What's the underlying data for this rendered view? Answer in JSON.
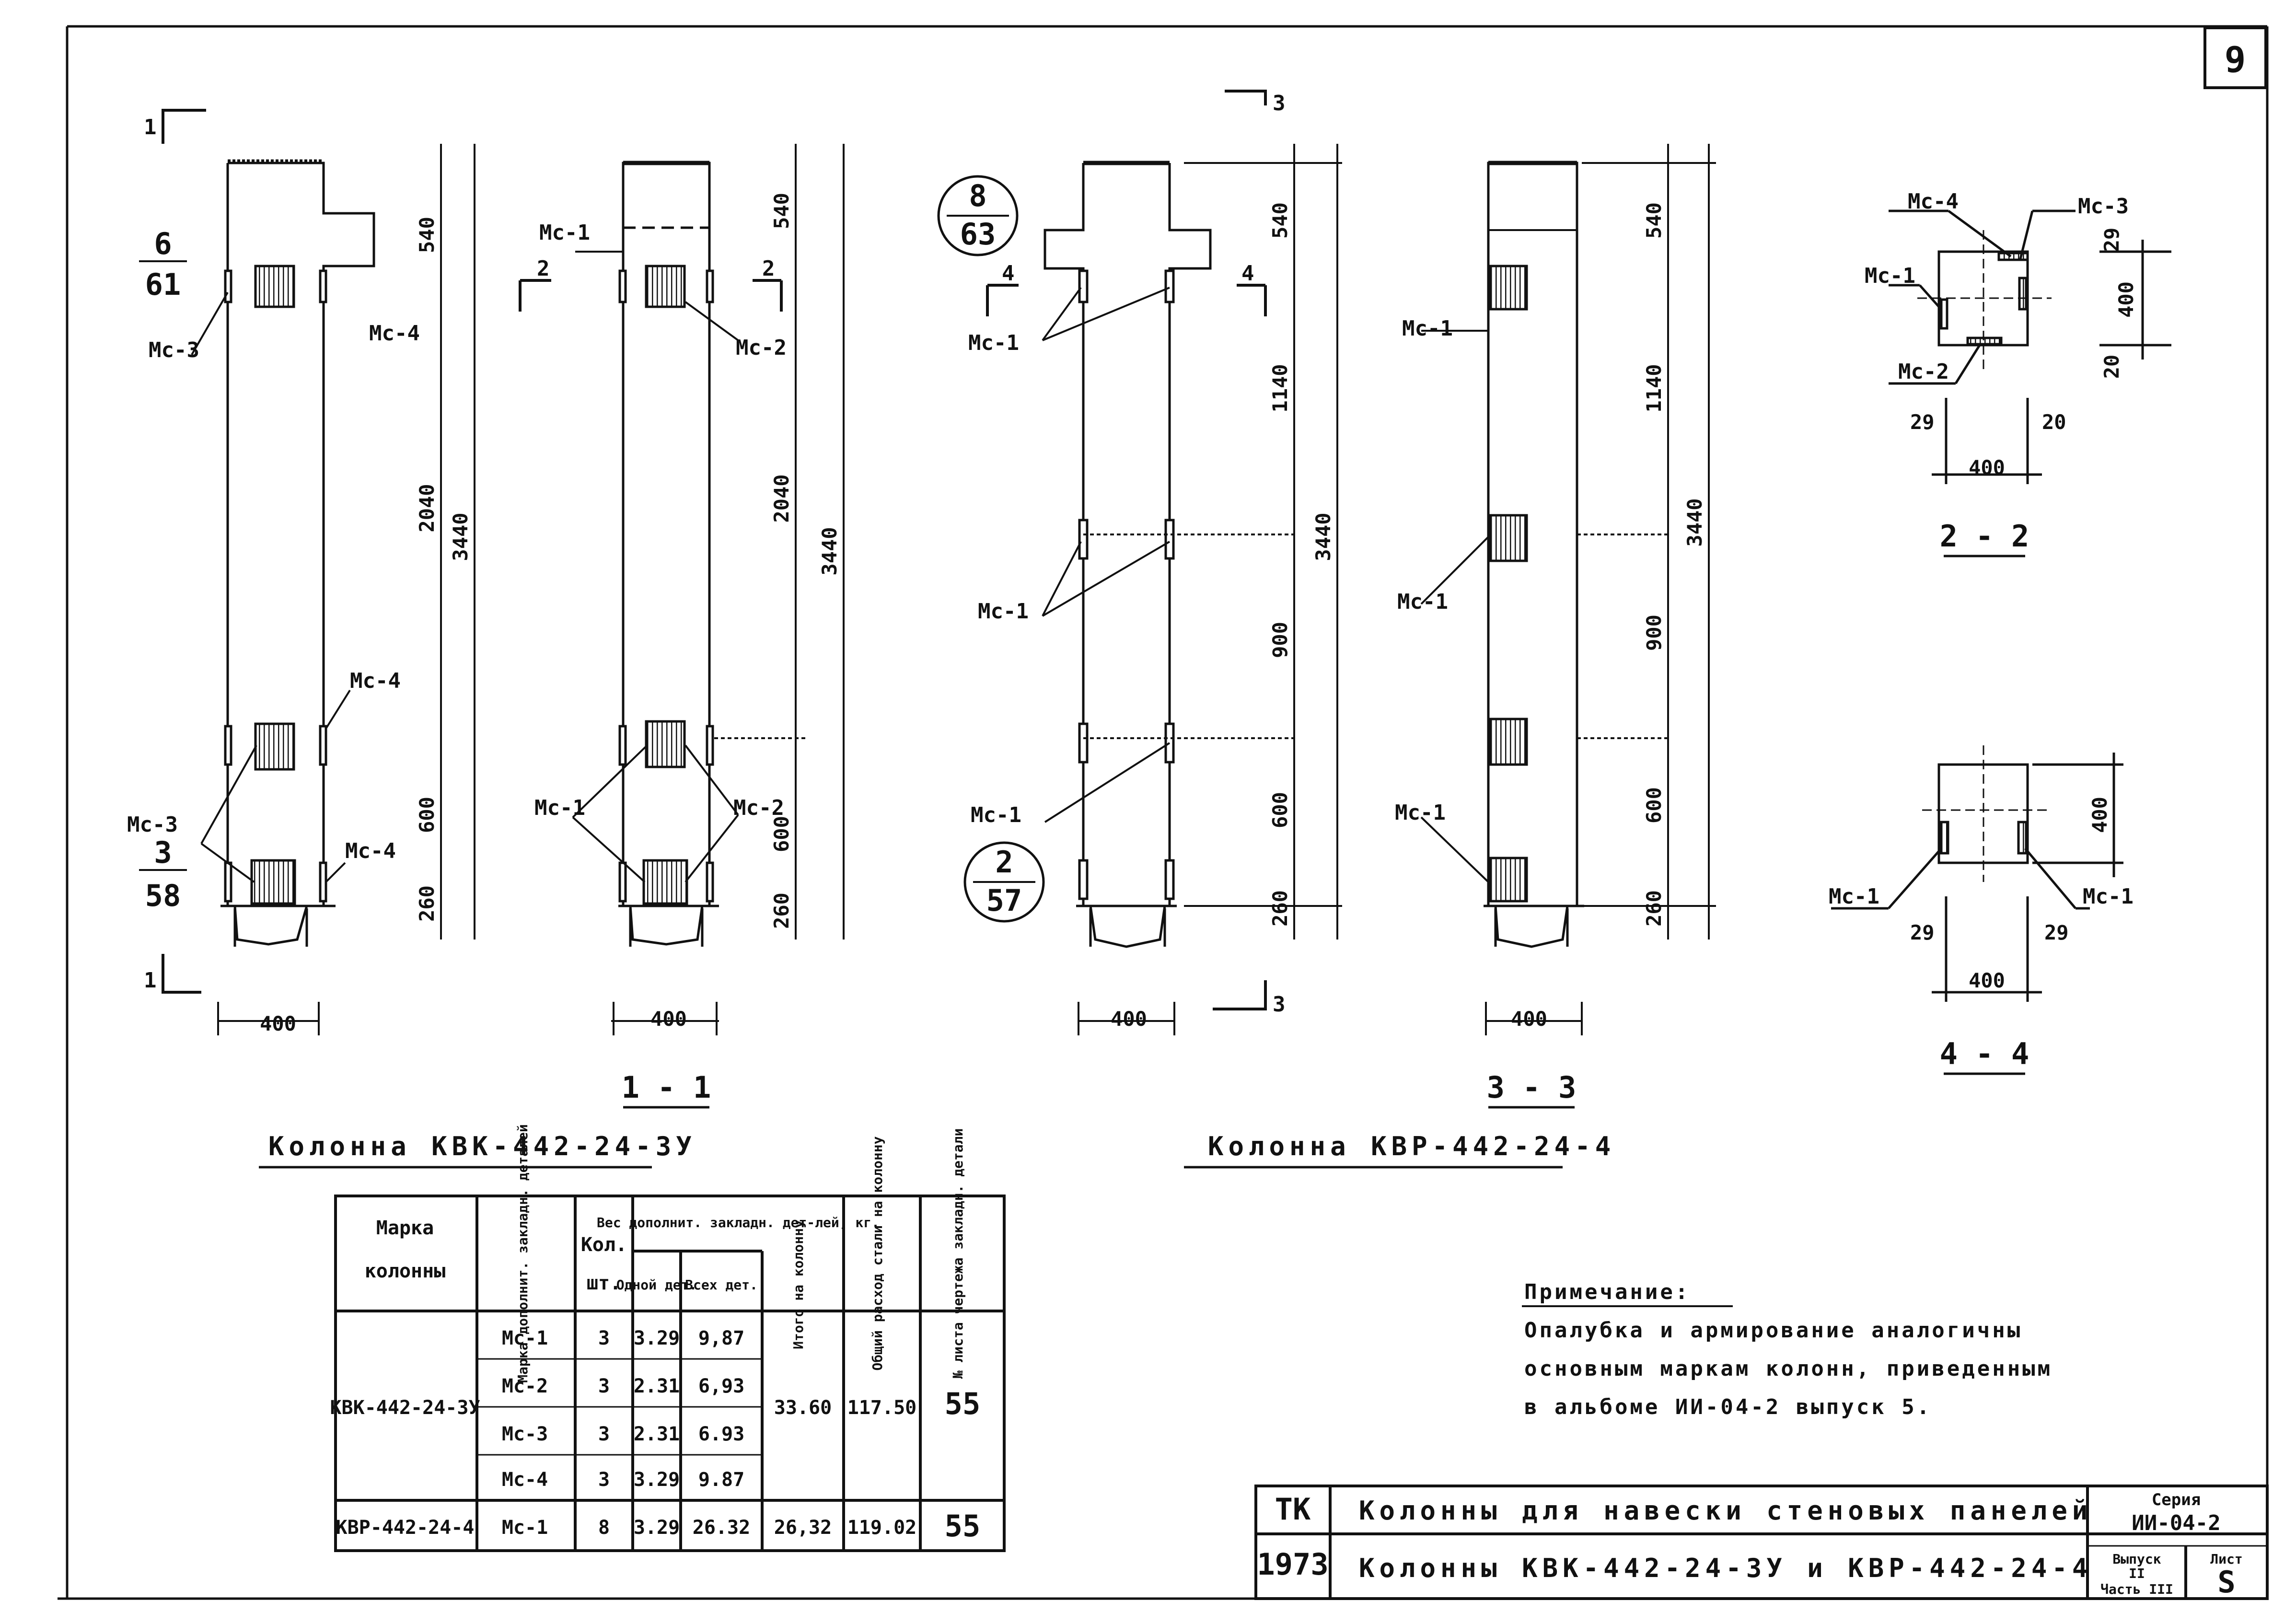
{
  "sheet_number": "9",
  "section_marks": {
    "cut_1_top": "1",
    "cut_1_bottom": "1",
    "cut_3_top": "3",
    "cut_3_bottom": "3",
    "cut_2_left": "2",
    "cut_2_right": "2",
    "cut_4_left": "4",
    "cut_4_right": "4"
  },
  "callouts": {
    "c1_top": "6",
    "c1_bot": "61",
    "c2_top": "3",
    "c2_bot": "58",
    "c3_top": "8",
    "c3_bot": "63",
    "c4_top": "2",
    "c4_bot": "57"
  },
  "part_labels": {
    "mc1": "Мс-1",
    "mc2": "Мс-2",
    "mc3": "Мс-3",
    "mc4": "Мс-4"
  },
  "dimensions": {
    "d540": "540",
    "d2040": "2040",
    "d3440": "3440",
    "d600": "600",
    "d260": "260",
    "d400": "400",
    "d1140": "1140",
    "d900": "900",
    "d29": "29",
    "d20": "20"
  },
  "views": {
    "section_1_1": "1 - 1",
    "section_3_3": "3 - 3",
    "section_2_2": "2 - 2",
    "section_4_4": "4 - 4"
  },
  "column_titles": {
    "col_a": "Колонна КВК-442-24-3У",
    "col_b": "Колонна КВР-442-24-4"
  },
  "table": {
    "headers": {
      "marka": "Марка",
      "kolonny": "колонны",
      "marka_dop": "Марка дополнит. закладн. деталей",
      "kol": "Кол.",
      "sht": "шт.",
      "ves": "Вес дополнит. закладн. дет-лей, кг.",
      "odnoy": "Одной дет.",
      "vseh": "Всех дет.",
      "itogo": "Итого на колонну",
      "obshiy": "Общий расход стали на колонну",
      "chertezh": "№ листа чертежа закладн. детали"
    },
    "group1_column": "КВК-442-24-3У",
    "group1_rows": [
      {
        "part": "Мс-1",
        "qty": "3",
        "one": "3.29",
        "all": "9,87"
      },
      {
        "part": "Мс-2",
        "qty": "3",
        "one": "2.31",
        "all": "6,93"
      },
      {
        "part": "Мс-3",
        "qty": "3",
        "one": "2.31",
        "all": "6.93"
      },
      {
        "part": "Мс-4",
        "qty": "3",
        "one": "3.29",
        "all": "9.87"
      }
    ],
    "group1_total": "33.60",
    "group1_steel": "117.50",
    "group1_sheet": "55",
    "group2": {
      "column": "КВР-442-24-4",
      "part": "Мс-1",
      "qty": "8",
      "one": "3.29",
      "all": "26.32",
      "total": "26,32",
      "steel": "119.02",
      "sheet": "55"
    }
  },
  "note": {
    "heading": "Примечание:",
    "line1": "Опалубка и армирование аналогичны",
    "line2": "основным маркам колонн, приведенным",
    "line3": "в альбоме ИИ-04-2 выпуск 5."
  },
  "title_block": {
    "org": "ТК",
    "year": "1973",
    "title1": "Колонны для навески стеновых панелей",
    "title2": "Колонны КВК-442-24-3У и КВР-442-24-4",
    "series_label": "Серия",
    "series_value": "ИИ-04-2",
    "issue_label": "Выпуск",
    "issue_value": "II",
    "part_label": "Часть III",
    "sheet_label": "Лист",
    "sheet_value": "S"
  }
}
